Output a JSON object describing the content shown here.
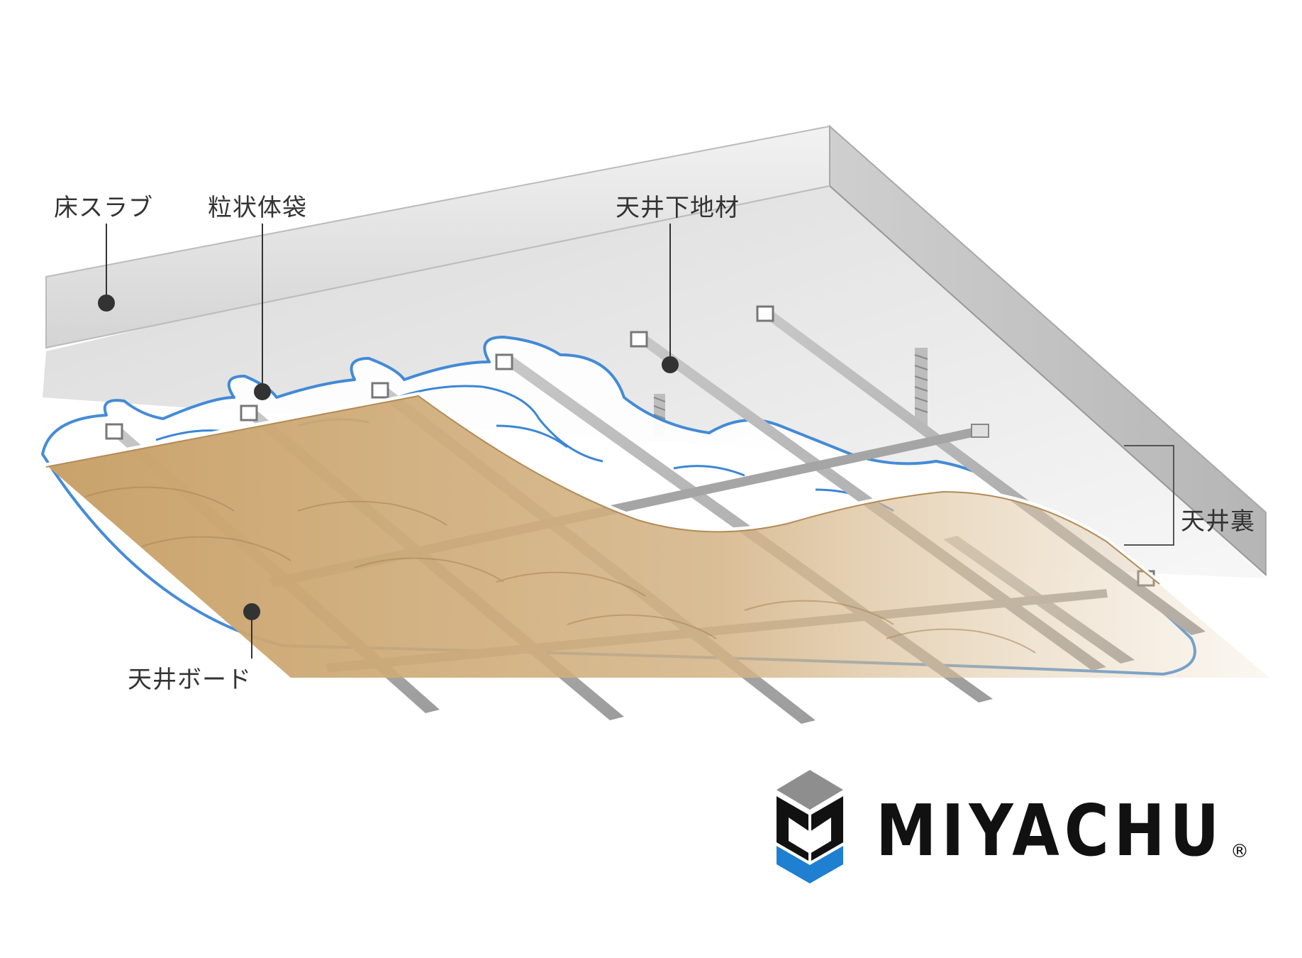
{
  "labels": {
    "floor_slab": "床スラブ",
    "granular_bag": "粒状体袋",
    "ceiling_frame": "天井下地材",
    "ceiling_space": "天井裏",
    "ceiling_board": "天井ボード"
  },
  "logo": {
    "text": "MIYACHU",
    "mark": "®"
  },
  "colors": {
    "slab_face": "#d9d9d9",
    "slab_underside": "#ececec",
    "bag_outline": "#3a86d6",
    "board": "#c8a36c",
    "frame": "#a9a9a9",
    "logo_blue": "#1f7fd1",
    "logo_gray": "#8e8e8e",
    "logo_black": "#111111"
  }
}
